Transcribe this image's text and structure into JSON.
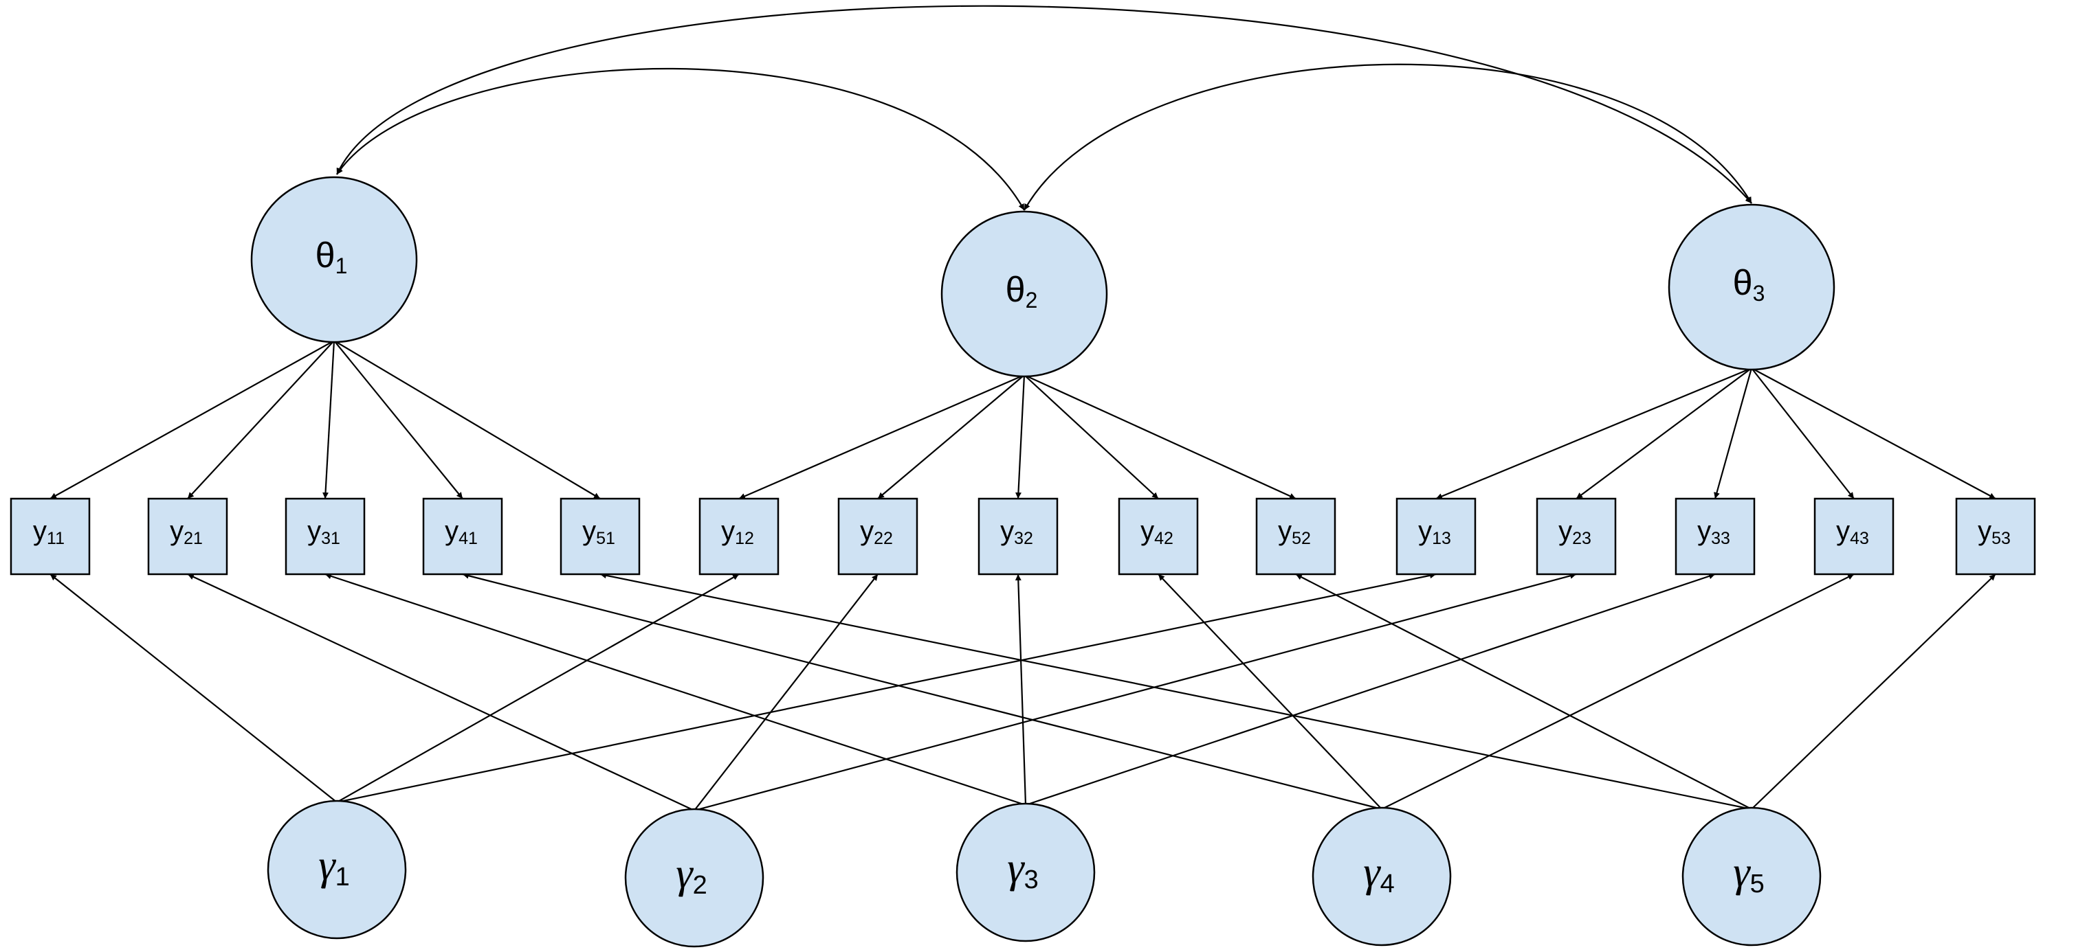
{
  "diagram": {
    "colors": {
      "node_fill": "#cfe2f3",
      "stroke": "#000000",
      "background": "#ffffff"
    },
    "factors": [
      {
        "id": "theta1",
        "symbol": "θ",
        "sub": "1"
      },
      {
        "id": "theta2",
        "symbol": "θ",
        "sub": "2"
      },
      {
        "id": "theta3",
        "symbol": "θ",
        "sub": "3"
      }
    ],
    "methods": [
      {
        "id": "gamma1",
        "symbol": "γ",
        "sub": "1"
      },
      {
        "id": "gamma2",
        "symbol": "γ",
        "sub": "2"
      },
      {
        "id": "gamma3",
        "symbol": "γ",
        "sub": "3"
      },
      {
        "id": "gamma4",
        "symbol": "γ",
        "sub": "4"
      },
      {
        "id": "gamma5",
        "symbol": "γ",
        "sub": "5"
      }
    ],
    "indicators": [
      {
        "id": "y11",
        "symbol": "y",
        "sub": "11",
        "factor": "theta1",
        "method": "gamma1"
      },
      {
        "id": "y21",
        "symbol": "y",
        "sub": "21",
        "factor": "theta1",
        "method": "gamma2"
      },
      {
        "id": "y31",
        "symbol": "y",
        "sub": "31",
        "factor": "theta1",
        "method": "gamma3"
      },
      {
        "id": "y41",
        "symbol": "y",
        "sub": "41",
        "factor": "theta1",
        "method": "gamma4"
      },
      {
        "id": "y51",
        "symbol": "y",
        "sub": "51",
        "factor": "theta1",
        "method": "gamma5"
      },
      {
        "id": "y12",
        "symbol": "y",
        "sub": "12",
        "factor": "theta2",
        "method": "gamma1"
      },
      {
        "id": "y22",
        "symbol": "y",
        "sub": "22",
        "factor": "theta2",
        "method": "gamma2"
      },
      {
        "id": "y32",
        "symbol": "y",
        "sub": "32",
        "factor": "theta2",
        "method": "gamma3"
      },
      {
        "id": "y42",
        "symbol": "y",
        "sub": "42",
        "factor": "theta2",
        "method": "gamma4"
      },
      {
        "id": "y52",
        "symbol": "y",
        "sub": "52",
        "factor": "theta2",
        "method": "gamma5"
      },
      {
        "id": "y13",
        "symbol": "y",
        "sub": "13",
        "factor": "theta3",
        "method": "gamma1"
      },
      {
        "id": "y23",
        "symbol": "y",
        "sub": "23",
        "factor": "theta3",
        "method": "gamma2"
      },
      {
        "id": "y33",
        "symbol": "y",
        "sub": "33",
        "factor": "theta3",
        "method": "gamma3"
      },
      {
        "id": "y43",
        "symbol": "y",
        "sub": "43",
        "factor": "theta3",
        "method": "gamma4"
      },
      {
        "id": "y53",
        "symbol": "y",
        "sub": "53",
        "factor": "theta3",
        "method": "gamma5"
      }
    ],
    "correlations": [
      {
        "from": "theta1",
        "to": "theta2"
      },
      {
        "from": "theta1",
        "to": "theta3"
      },
      {
        "from": "theta2",
        "to": "theta3"
      }
    ]
  }
}
